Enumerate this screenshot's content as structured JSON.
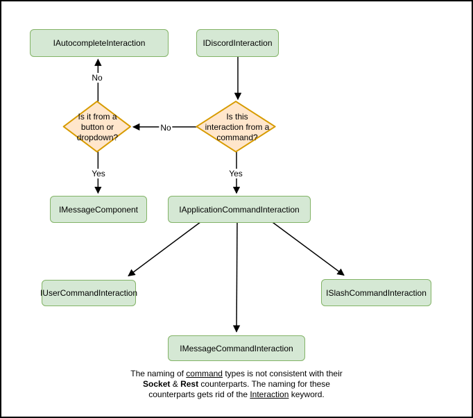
{
  "diagram": {
    "title": "Discord interaction type flowchart",
    "colors": {
      "node_fill": "#d5e8d4",
      "node_border": "#82b366",
      "decision_fill": "#ffe6cc",
      "decision_border": "#d79b00",
      "arrow": "#000000"
    },
    "nodes": {
      "autocomplete": {
        "label": "IAutocompleteInteraction"
      },
      "discord": {
        "label": "IDiscordInteraction"
      },
      "message_component": {
        "label": "IMessageComponent"
      },
      "application_command": {
        "label": "IApplicationCommandInteraction"
      },
      "user_command": {
        "label": "IUserCommandInteraction"
      },
      "slash_command": {
        "label": "ISlashCommandInteraction"
      },
      "message_command": {
        "label": "IMessageCommandInteraction"
      }
    },
    "decisions": {
      "from_button": {
        "label": "Is it from a\nbutton or\ndropdown?"
      },
      "from_command": {
        "label": "Is this\ninteraction from a\ncommand?"
      }
    },
    "edge_labels": {
      "no_top": "No",
      "no_mid": "No",
      "yes_left": "Yes",
      "yes_right": "Yes"
    },
    "caption": {
      "line1": [
        {
          "text": "The naming of ",
          "style": "plain"
        },
        {
          "text": "command",
          "style": "underline"
        },
        {
          "text": " types is not consistent with their",
          "style": "plain"
        }
      ],
      "line2": [
        {
          "text": "Socket",
          "style": "bold"
        },
        {
          "text": " & ",
          "style": "plain"
        },
        {
          "text": "Rest",
          "style": "bold"
        },
        {
          "text": " counterparts. The naming for these",
          "style": "plain"
        }
      ],
      "line3": [
        {
          "text": "counterparts gets rid of the ",
          "style": "plain"
        },
        {
          "text": "Interaction",
          "style": "underline"
        },
        {
          "text": " keyword.",
          "style": "plain"
        }
      ]
    }
  }
}
